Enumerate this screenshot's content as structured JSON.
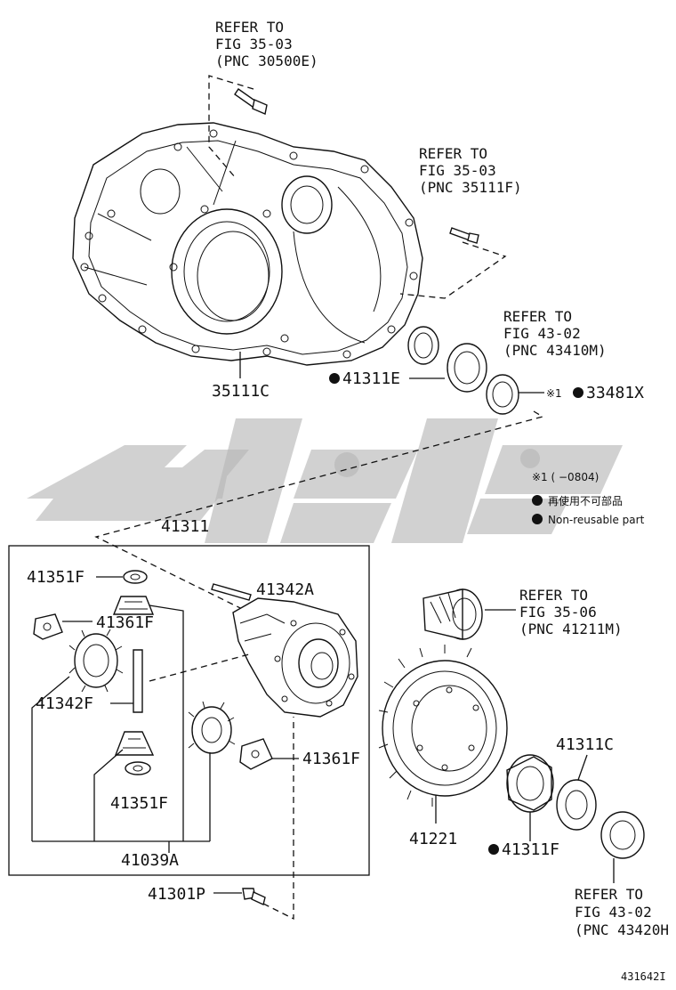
{
  "references": {
    "fig_35_03_a": {
      "l1": "REFER TO",
      "l2": "FIG 35-03",
      "l3": "(PNC 30500E)"
    },
    "fig_35_03_b": {
      "l1": "REFER TO",
      "l2": "FIG 35-03",
      "l3": "(PNC 35111F)"
    },
    "fig_43_02_a": {
      "l1": "REFER TO",
      "l2": "FIG 43-02",
      "l3": "(PNC 43410M)"
    },
    "fig_35_06": {
      "l1": "REFER TO",
      "l2": "FIG 35-06",
      "l3": "(PNC 41211M)"
    },
    "fig_43_02_b": {
      "l1": "REFER TO",
      "l2": "FIG 43-02",
      "l3": "(PNC 43420H"
    }
  },
  "parts": {
    "p35111C": "35111C",
    "p41311E": "41311E",
    "p33481X": "33481X",
    "p41311": "41311",
    "p41351F_top": "41351F",
    "p41342A": "41342A",
    "p41361F_left": "41361F",
    "p41342F": "41342F",
    "p41361F_right": "41361F",
    "p41351F_bottom": "41351F",
    "p41039A": "41039A",
    "p41301P": "41301P",
    "p41311C": "41311C",
    "p41221": "41221",
    "p41311F": "41311F"
  },
  "note_mark": "※1",
  "legend": {
    "date_note": "※1 (      −0804)",
    "jp_note": "再使用不可部品",
    "en_note": "Non-reusable part"
  },
  "drawing_id": "431642I",
  "colors": {
    "line": "#111111",
    "watermark": "#b5b5b5"
  }
}
